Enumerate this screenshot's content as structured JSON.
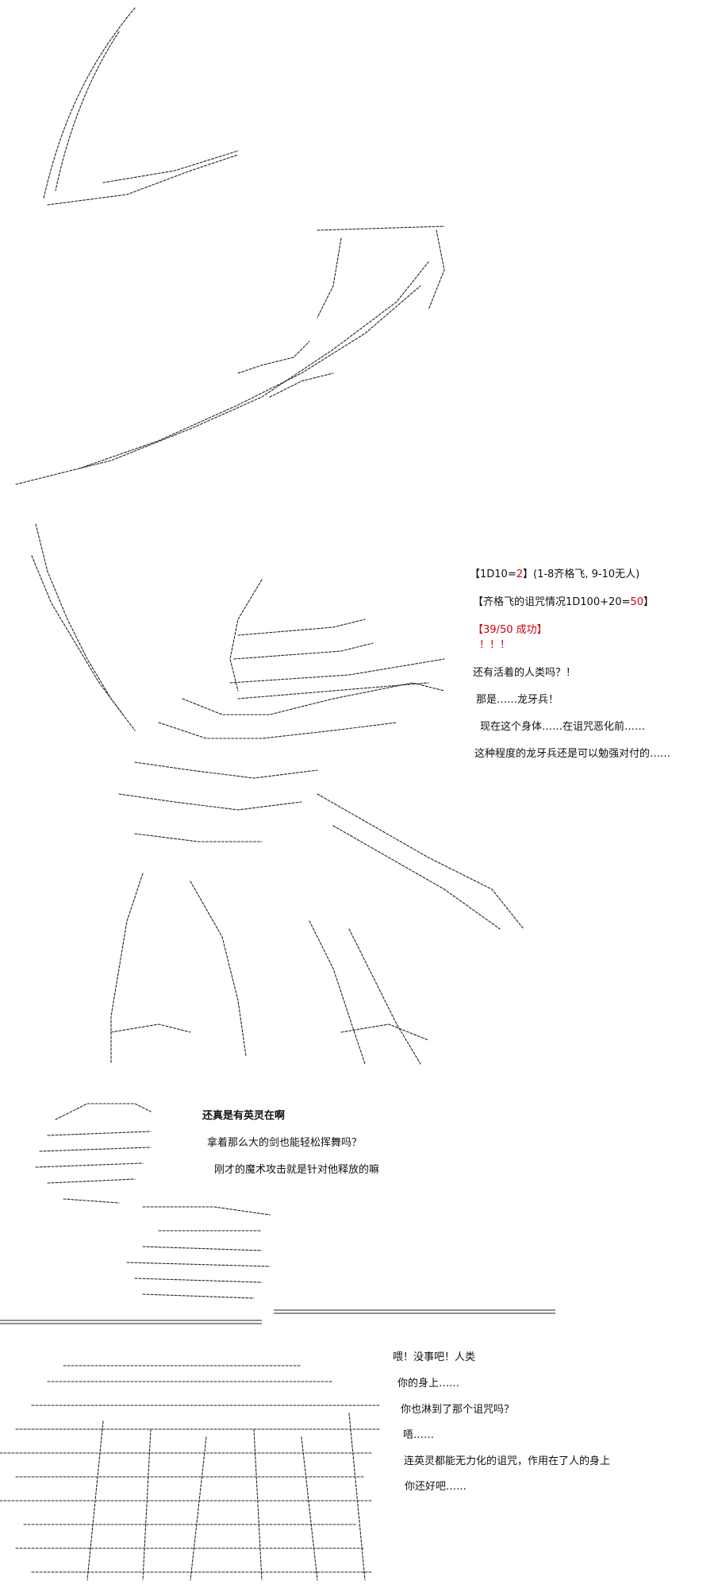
{
  "panel1": {
    "lines": [
      {
        "id": "roll",
        "segments": [
          {
            "text": "【1D10=",
            "color": "#111111"
          },
          {
            "text": "2",
            "color": "#d4000a"
          },
          {
            "text": "】(1-8齐格飞, 9-10无人)",
            "color": "#111111"
          }
        ]
      },
      {
        "id": "curse",
        "segments": [
          {
            "text": "【齐格飞的诅咒情况1D100+20=",
            "color": "#111111"
          },
          {
            "text": "50",
            "color": "#d4000a"
          },
          {
            "text": "】",
            "color": "#111111"
          }
        ]
      },
      {
        "id": "success",
        "segments": [
          {
            "text": "【",
            "color": "#d4000a"
          },
          {
            "text": "39/50 成功",
            "color": "#d4000a"
          },
          {
            "text": "】",
            "color": "#d4000a"
          }
        ]
      },
      {
        "id": "excl",
        "segments": [
          {
            "text": "！！！",
            "color": "#d4000a"
          }
        ]
      }
    ],
    "dialogue": [
      "还有活着的人类吗？！",
      "那是……龙牙兵！",
      "现在这个身体……在诅咒恶化前……",
      "这种程度的龙牙兵还是可以勉强对付的……"
    ]
  },
  "panel2": {
    "dialogue": [
      "还真是有英灵在啊",
      "拿着那么大的剑也能轻松挥舞吗？",
      "刚才的魔术攻击就是针对他释放的嘛"
    ]
  },
  "panel3": {
    "dialogue": [
      "喂！没事吧！人类",
      "你的身上……",
      "你也淋到了那个诅咒吗？",
      "唔……",
      "连英灵都能无力化的诅咒，作用在了人的身上",
      "你还好吧……"
    ]
  }
}
